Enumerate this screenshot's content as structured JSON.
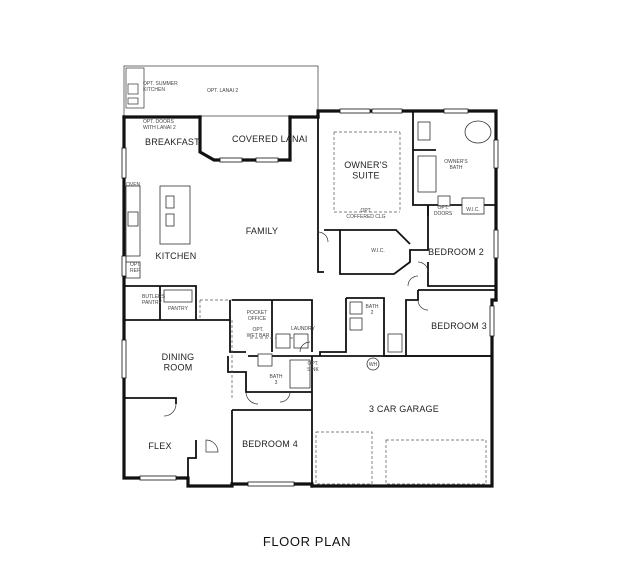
{
  "title": "FLOOR PLAN",
  "rooms": {
    "opt_summer_kitchen": "OPT. SUMMER\nKITCHEN",
    "opt_lanai_2": "OPT. LANAI 2",
    "opt_doors": "OPT. DOORS\nWITH LANAI 2",
    "breakfast": "BREAKFAST",
    "covered_lanai": "COVERED LANAI",
    "owners_suite": "OWNER'S\nSUITE",
    "owners_bath": "OWNER'S\nBATH",
    "wic_owner": "W.I.C.",
    "opt_doors_small": "OPT.\nDOORS",
    "opt_coffered_clg": "OPT.\nCOFFERED CLG",
    "wic": "W.I.C.",
    "bedroom_2": "BEDROOM 2",
    "oven": "OVEN",
    "family": "FAMILY",
    "kitchen": "KITCHEN",
    "opt_ref": "OPT.\nREF.",
    "butlers_pantry": "BUTLERS\nPANTRY",
    "pantry": "PANTRY",
    "pocket_office": "POCKET\nOFFICE",
    "opt_wet_bar": "OPT.\nWET BAR",
    "laundry": "LAUNDRY",
    "bath_2": "BATH\n2",
    "bedroom_3": "BEDROOM 3",
    "dining_room": "DINING\nROOM",
    "bath_3": "BATH\n3",
    "opt_sink": "OPT.\nSINK",
    "wh": "WH",
    "garage": "3 CAR GARAGE",
    "flex": "FLEX",
    "bedroom_4": "BEDROOM 4"
  }
}
